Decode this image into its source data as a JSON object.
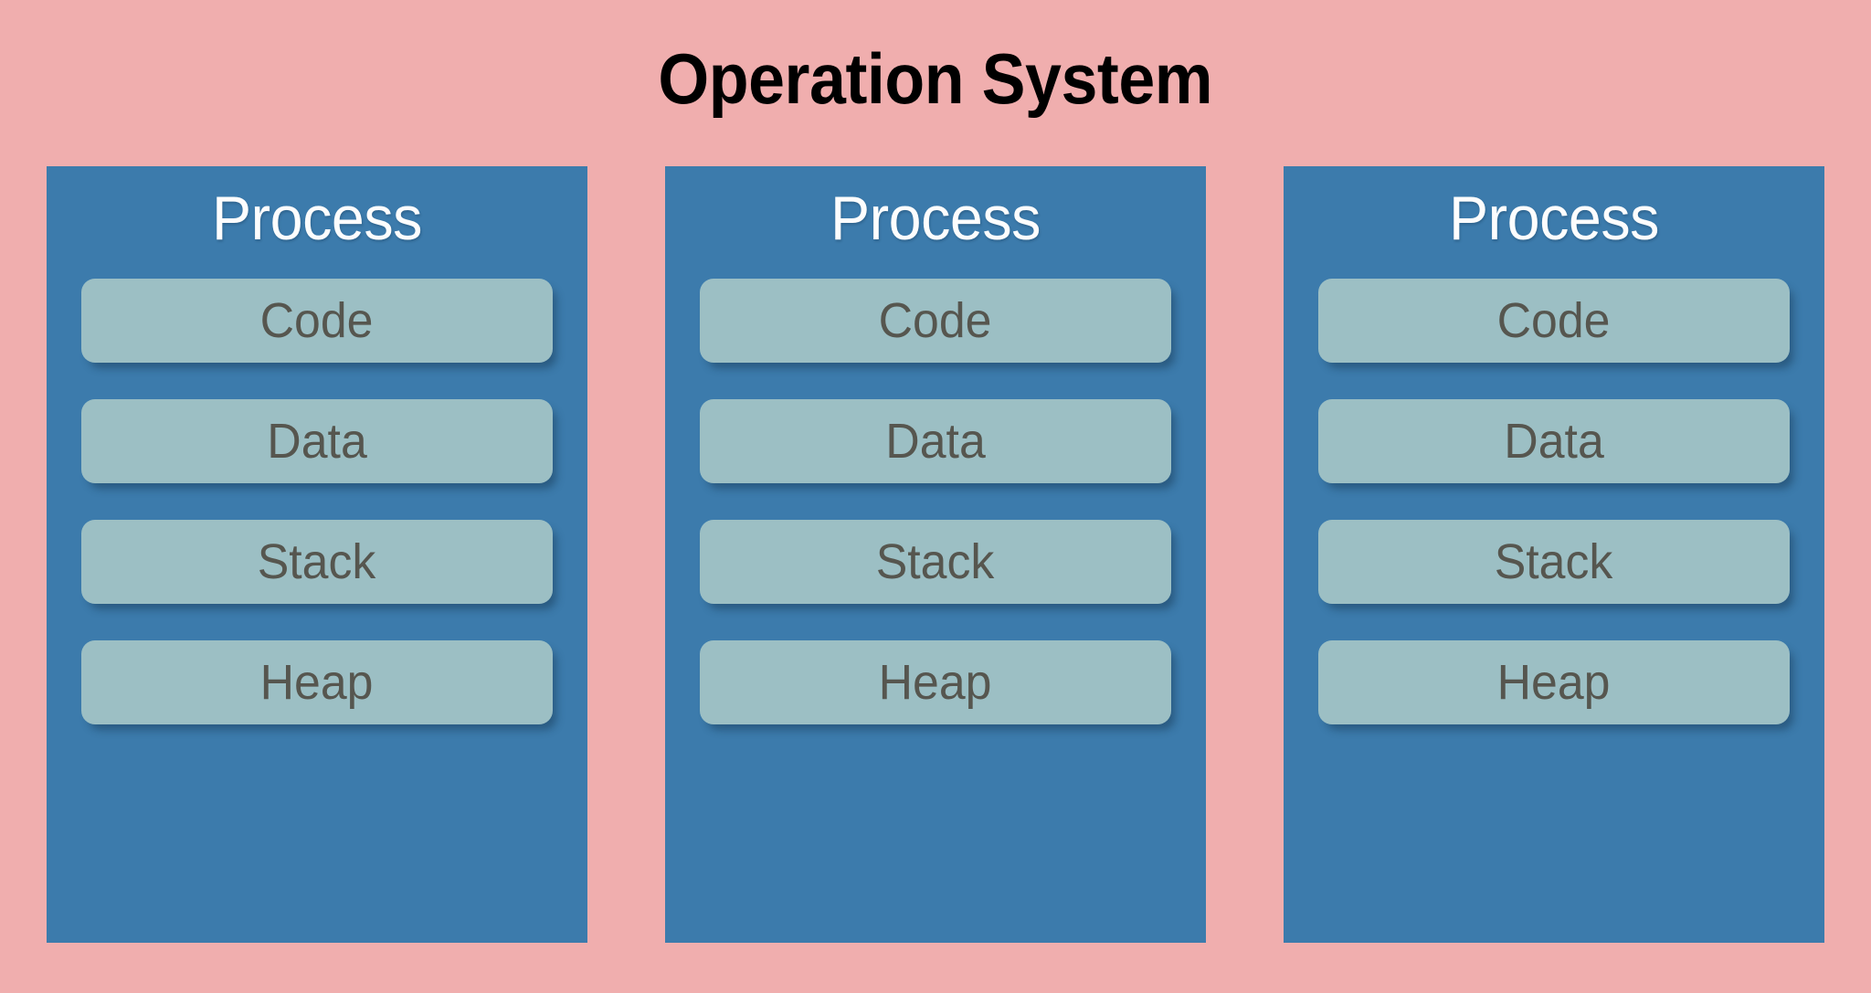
{
  "page": {
    "title": "Operation System",
    "background_color": "#f0aeae"
  },
  "colors": {
    "background": "#f0aeae",
    "panel": "#3c7bac",
    "segment": "#9cbfc4",
    "segment_text": "#56564f",
    "panel_heading_text": "#fdfdfd",
    "title_text": "#000000"
  },
  "diagram": {
    "type": "block-diagram",
    "heading": "Operation System",
    "panels": [
      {
        "heading": "Process",
        "segments": [
          {
            "label": "Code"
          },
          {
            "label": "Data"
          },
          {
            "label": "Stack"
          },
          {
            "label": "Heap"
          }
        ]
      },
      {
        "heading": "Process",
        "segments": [
          {
            "label": "Code"
          },
          {
            "label": "Data"
          },
          {
            "label": "Stack"
          },
          {
            "label": "Heap"
          }
        ]
      },
      {
        "heading": "Process",
        "segments": [
          {
            "label": "Code"
          },
          {
            "label": "Data"
          },
          {
            "label": "Stack"
          },
          {
            "label": "Heap"
          }
        ]
      }
    ]
  }
}
